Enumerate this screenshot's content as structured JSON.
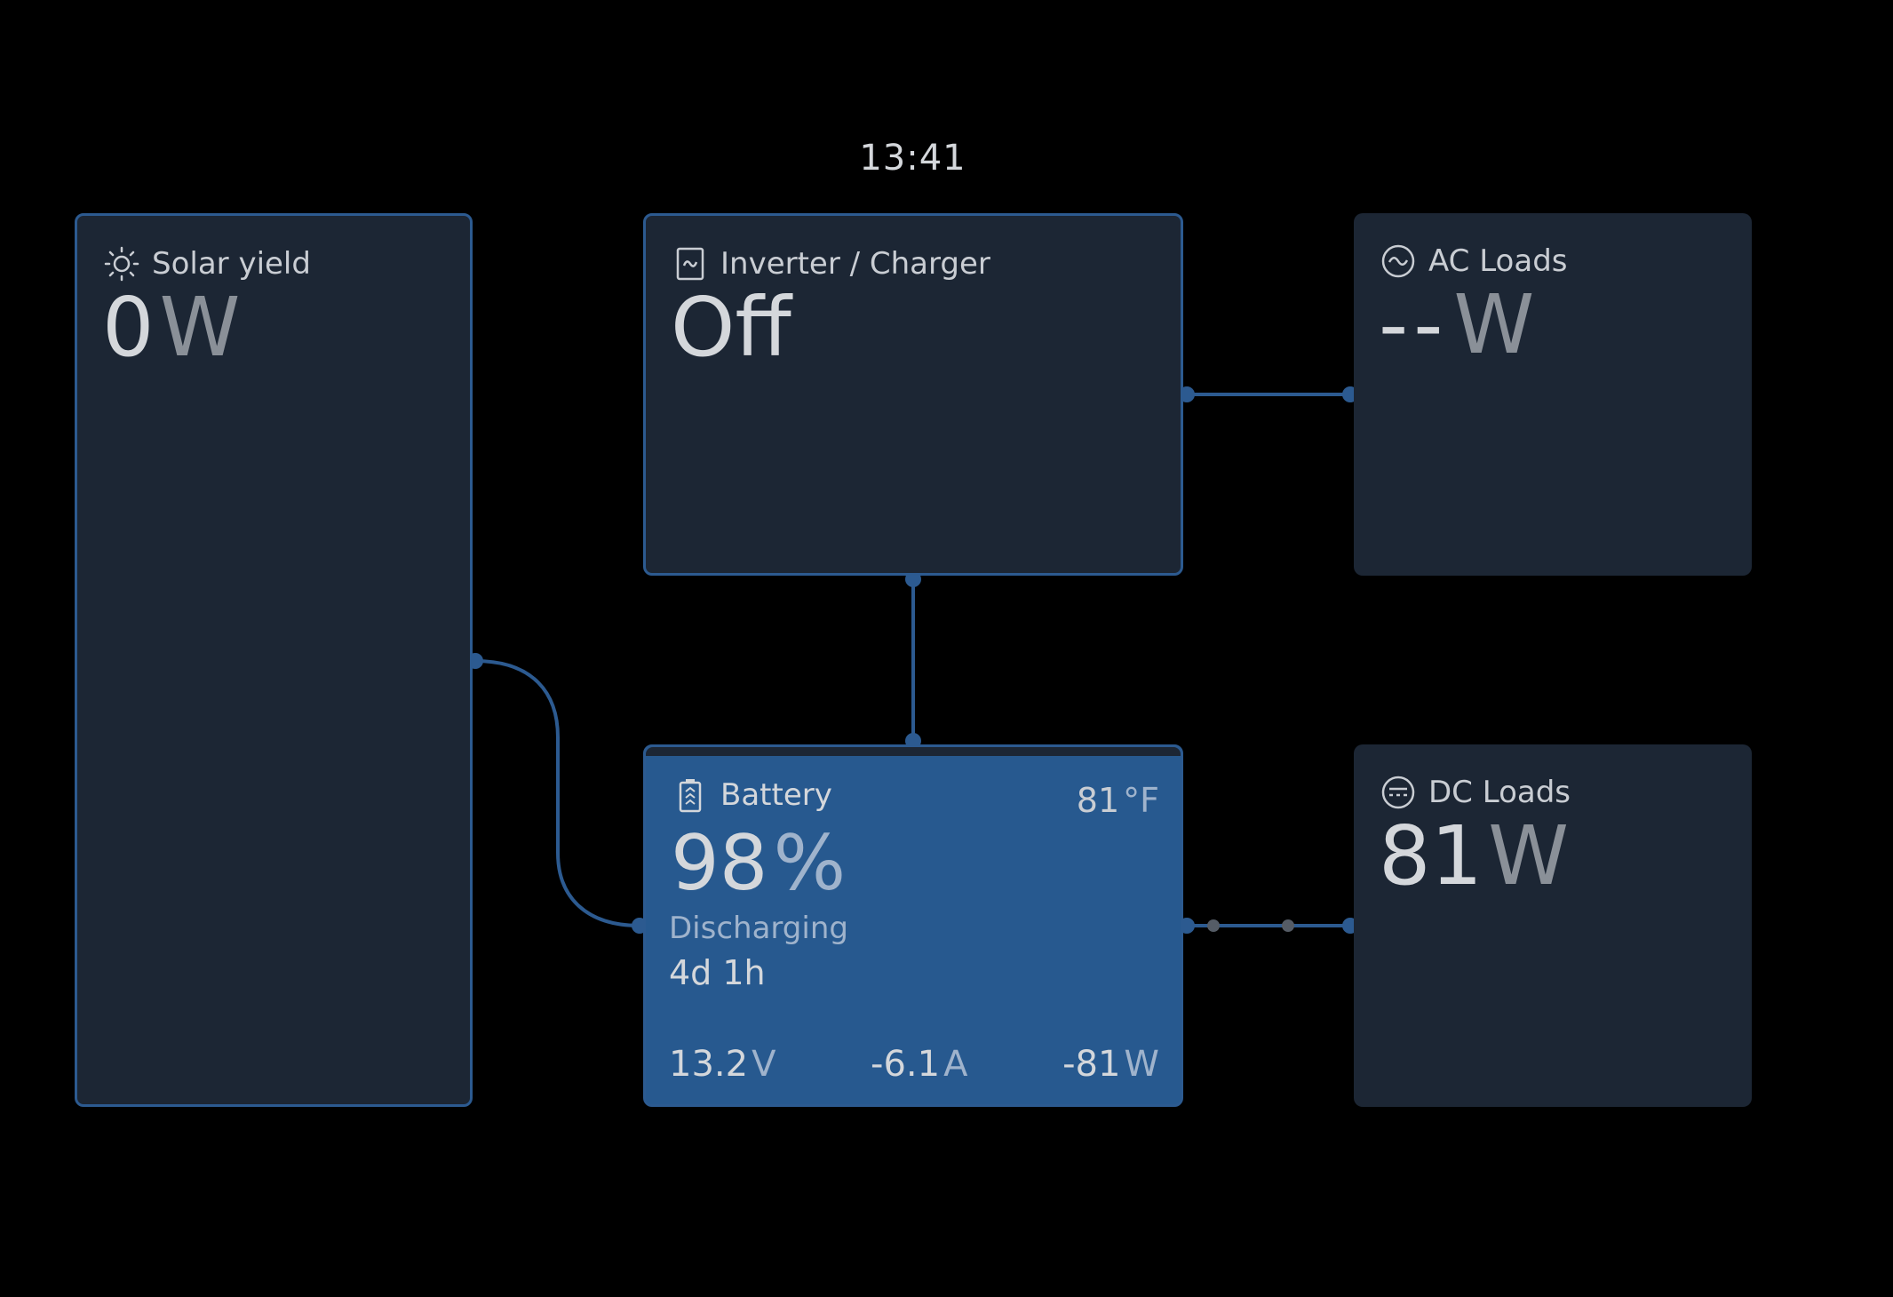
{
  "clock": "13:41",
  "solar": {
    "title": "Solar yield",
    "icon": "sun-icon",
    "value": "0",
    "unit": "W"
  },
  "inverter": {
    "title": "Inverter / Charger",
    "icon": "inverter-icon",
    "state": "Off"
  },
  "ac_loads": {
    "title": "AC Loads",
    "icon": "ac-icon",
    "value": "--",
    "unit": "W"
  },
  "dc_loads": {
    "title": "DC Loads",
    "icon": "dc-icon",
    "value": "81",
    "unit": "W"
  },
  "battery": {
    "title": "Battery",
    "icon": "battery-icon",
    "temperature": "81",
    "temperature_unit": "°F",
    "soc": "98",
    "soc_unit": "%",
    "state": "Discharging",
    "time_to_go": "4d 1h",
    "voltage": "13.2",
    "voltage_unit": "V",
    "current": "-6.1",
    "current_unit": "A",
    "power": "-81",
    "power_unit": "W"
  },
  "colors": {
    "background": "#000000",
    "tile": "#1c2634",
    "accent": "#2c5a90",
    "battery_fill": "#27598f"
  }
}
